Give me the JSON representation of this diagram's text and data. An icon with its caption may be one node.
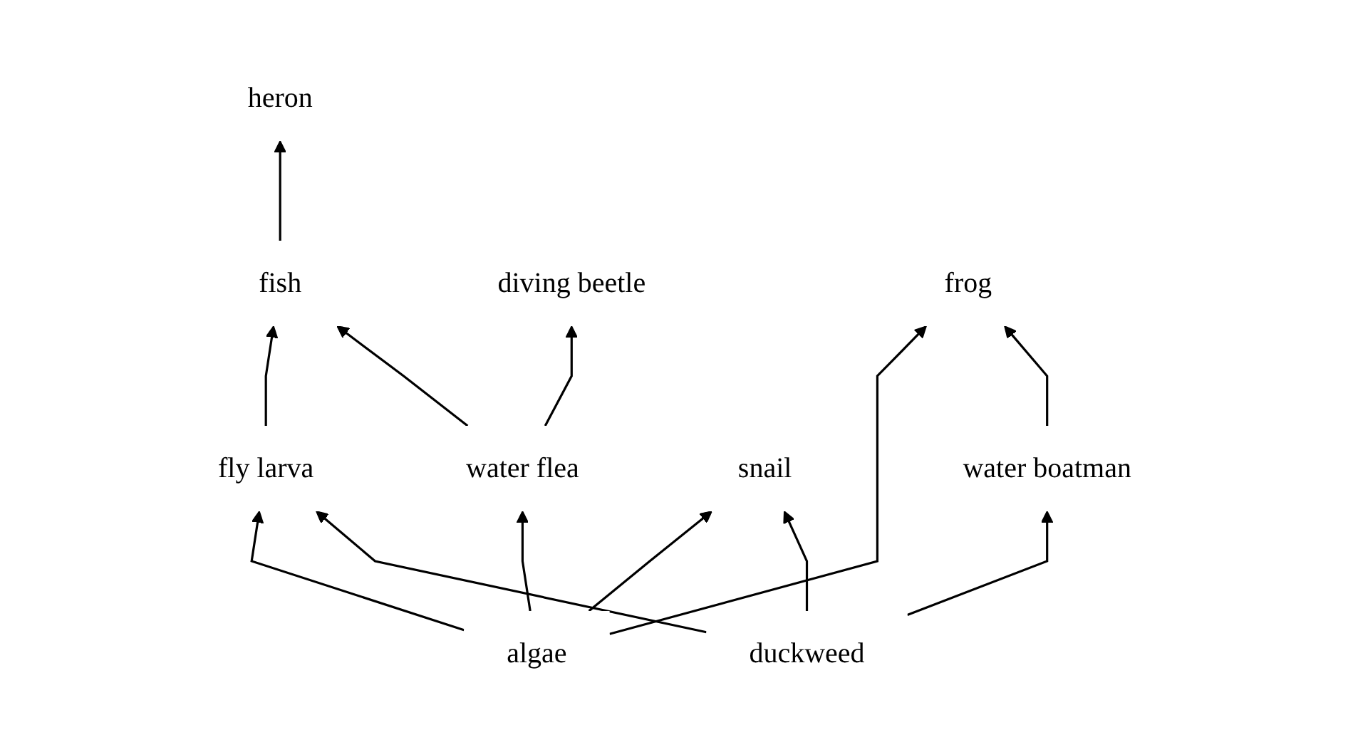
{
  "diagram": {
    "nodes": [
      {
        "text": [
          "heron"
        ]
      },
      {
        "text": [
          "fish"
        ]
      },
      {
        "text": [
          "diving beetle"
        ]
      },
      {
        "text": [
          "frog"
        ]
      },
      {
        "text": [
          "fly larva"
        ]
      },
      {
        "text": [
          "water flea"
        ]
      },
      {
        "text": [
          "snail"
        ]
      },
      {
        "text": [
          "water boatman"
        ]
      },
      {
        "text": [
          "algae"
        ]
      },
      {
        "text": [
          "duckweed"
        ]
      }
    ],
    "edges": [
      {
        "from": 1,
        "to": 0,
        "arrow": "to"
      },
      {
        "from": 4,
        "to": 1,
        "arrow": "to"
      },
      {
        "from": 5,
        "to": 1,
        "arrow": "to"
      },
      {
        "from": 5,
        "to": 2,
        "arrow": "to"
      },
      {
        "from": 8,
        "to": 4,
        "arrow": "to"
      },
      {
        "from": 8,
        "to": 5,
        "arrow": "to"
      },
      {
        "from": 8,
        "to": 3,
        "arrow": "to"
      },
      {
        "from": 8,
        "to": 6,
        "arrow": "to"
      },
      {
        "from": 9,
        "to": 4,
        "arrow": "to"
      },
      {
        "from": 9,
        "to": 6,
        "arrow": "to"
      },
      {
        "from": 9,
        "to": 7,
        "arrow": "to"
      },
      {
        "from": 7,
        "to": 3,
        "arrow": "to"
      }
    ]
  }
}
